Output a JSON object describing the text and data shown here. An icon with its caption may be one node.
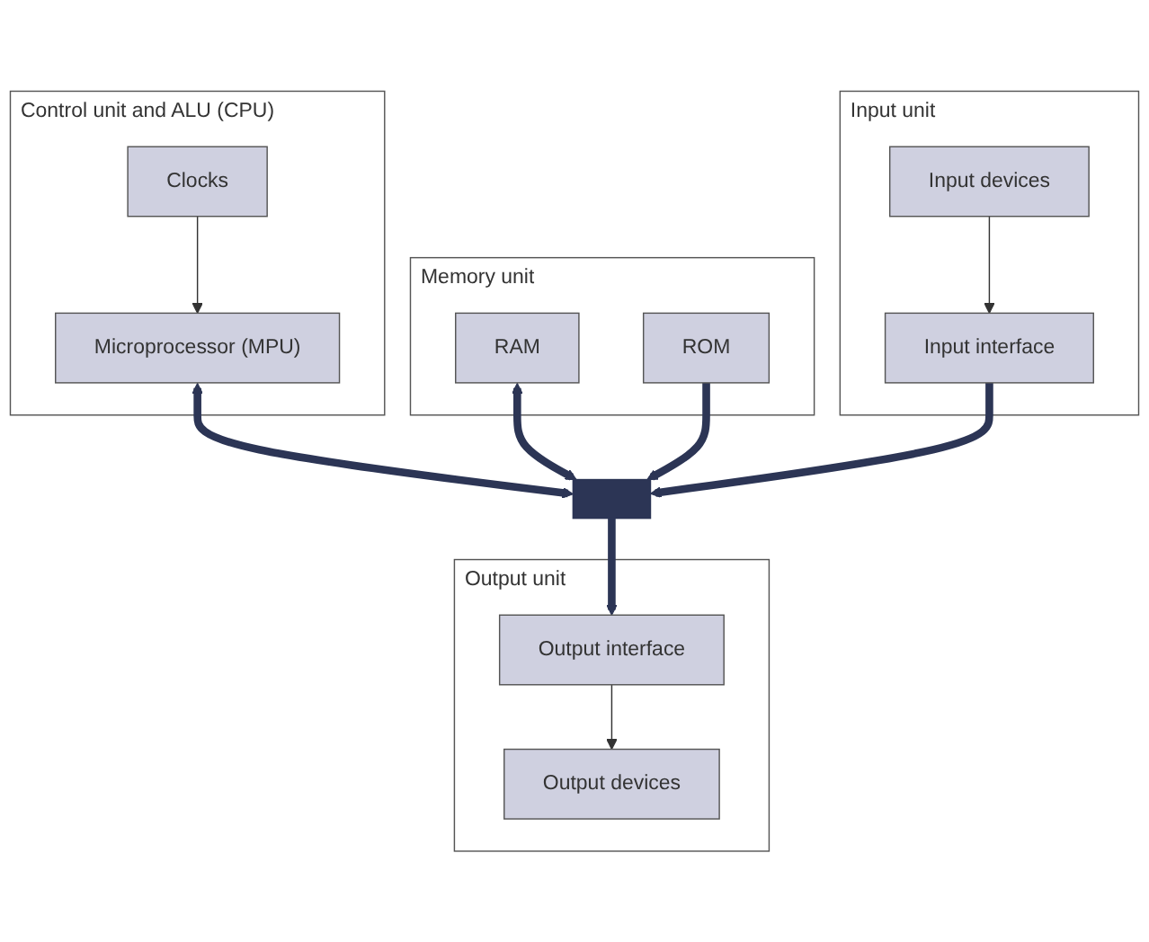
{
  "diagram": {
    "nodes": [
      {
        "text": [
          "Control unit and ALU (CPU)"
        ]
      },
      {
        "text": [
          "Clocks"
        ],
        "in": 0
      },
      {
        "text": [
          "Microprocessor (MPU)"
        ],
        "in": 0
      },
      {
        "text": [
          "Memory unit"
        ]
      },
      {
        "text": [
          "RAM"
        ],
        "in": 3
      },
      {
        "text": [
          "ROM"
        ],
        "in": 3
      },
      {
        "text": [],
        "shape": "bar"
      },
      {
        "text": [
          "Input unit"
        ]
      },
      {
        "text": [
          "Input interface"
        ],
        "in": 7
      },
      {
        "text": [
          "Input devices"
        ],
        "in": 7
      },
      {
        "text": [
          "Output unit"
        ]
      },
      {
        "text": [
          "Output interface"
        ],
        "in": 10
      },
      {
        "text": [
          "Output devices"
        ],
        "in": 10
      }
    ],
    "edges": [
      {
        "from": 1,
        "to": 2,
        "arrow": "to"
      },
      {
        "from": 2,
        "to": 6,
        "arrow": "both",
        "color": "#2c3555"
      },
      {
        "from": 4,
        "to": 6,
        "arrow": "both",
        "color": "#2c3555"
      },
      {
        "from": 5,
        "to": 6,
        "arrow": "to",
        "color": "#2c3555"
      },
      {
        "from": 8,
        "to": 6,
        "arrow": "to",
        "color": "#2c3555"
      },
      {
        "from": 6,
        "to": 11,
        "arrow": "to",
        "color": "#2c3555"
      },
      {
        "from": 9,
        "to": 8,
        "arrow": "to"
      },
      {
        "from": 11,
        "to": 12,
        "arrow": "to"
      }
    ]
  }
}
